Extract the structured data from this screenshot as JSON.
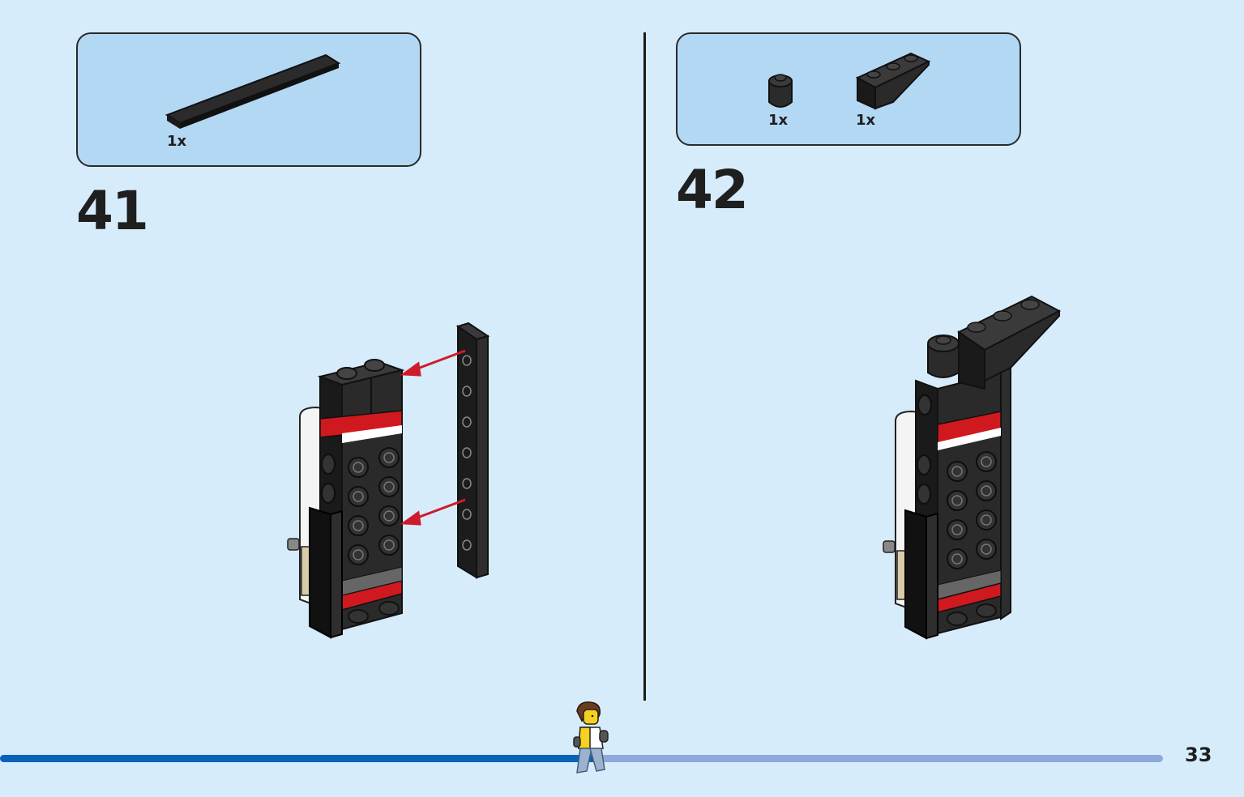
{
  "step41": {
    "number": "41",
    "parts": [
      {
        "name": "black tile 1x8",
        "qty": "1x"
      }
    ]
  },
  "step42": {
    "number": "42",
    "parts": [
      {
        "name": "black round brick 1x1",
        "qty": "1x"
      },
      {
        "name": "black inverted slope 1x3",
        "qty": "1x"
      }
    ]
  },
  "page": {
    "number": "33",
    "progress": 0.51
  },
  "colors": {
    "background": "#d6ecfb",
    "parts_box": "#b3d8f4",
    "brick_black": "#1e1e1e",
    "accent_red": "#d0191f",
    "arrow_red": "#cf1b2a",
    "progress_done": "#0762b8",
    "progress_todo": "#8fa9db"
  }
}
